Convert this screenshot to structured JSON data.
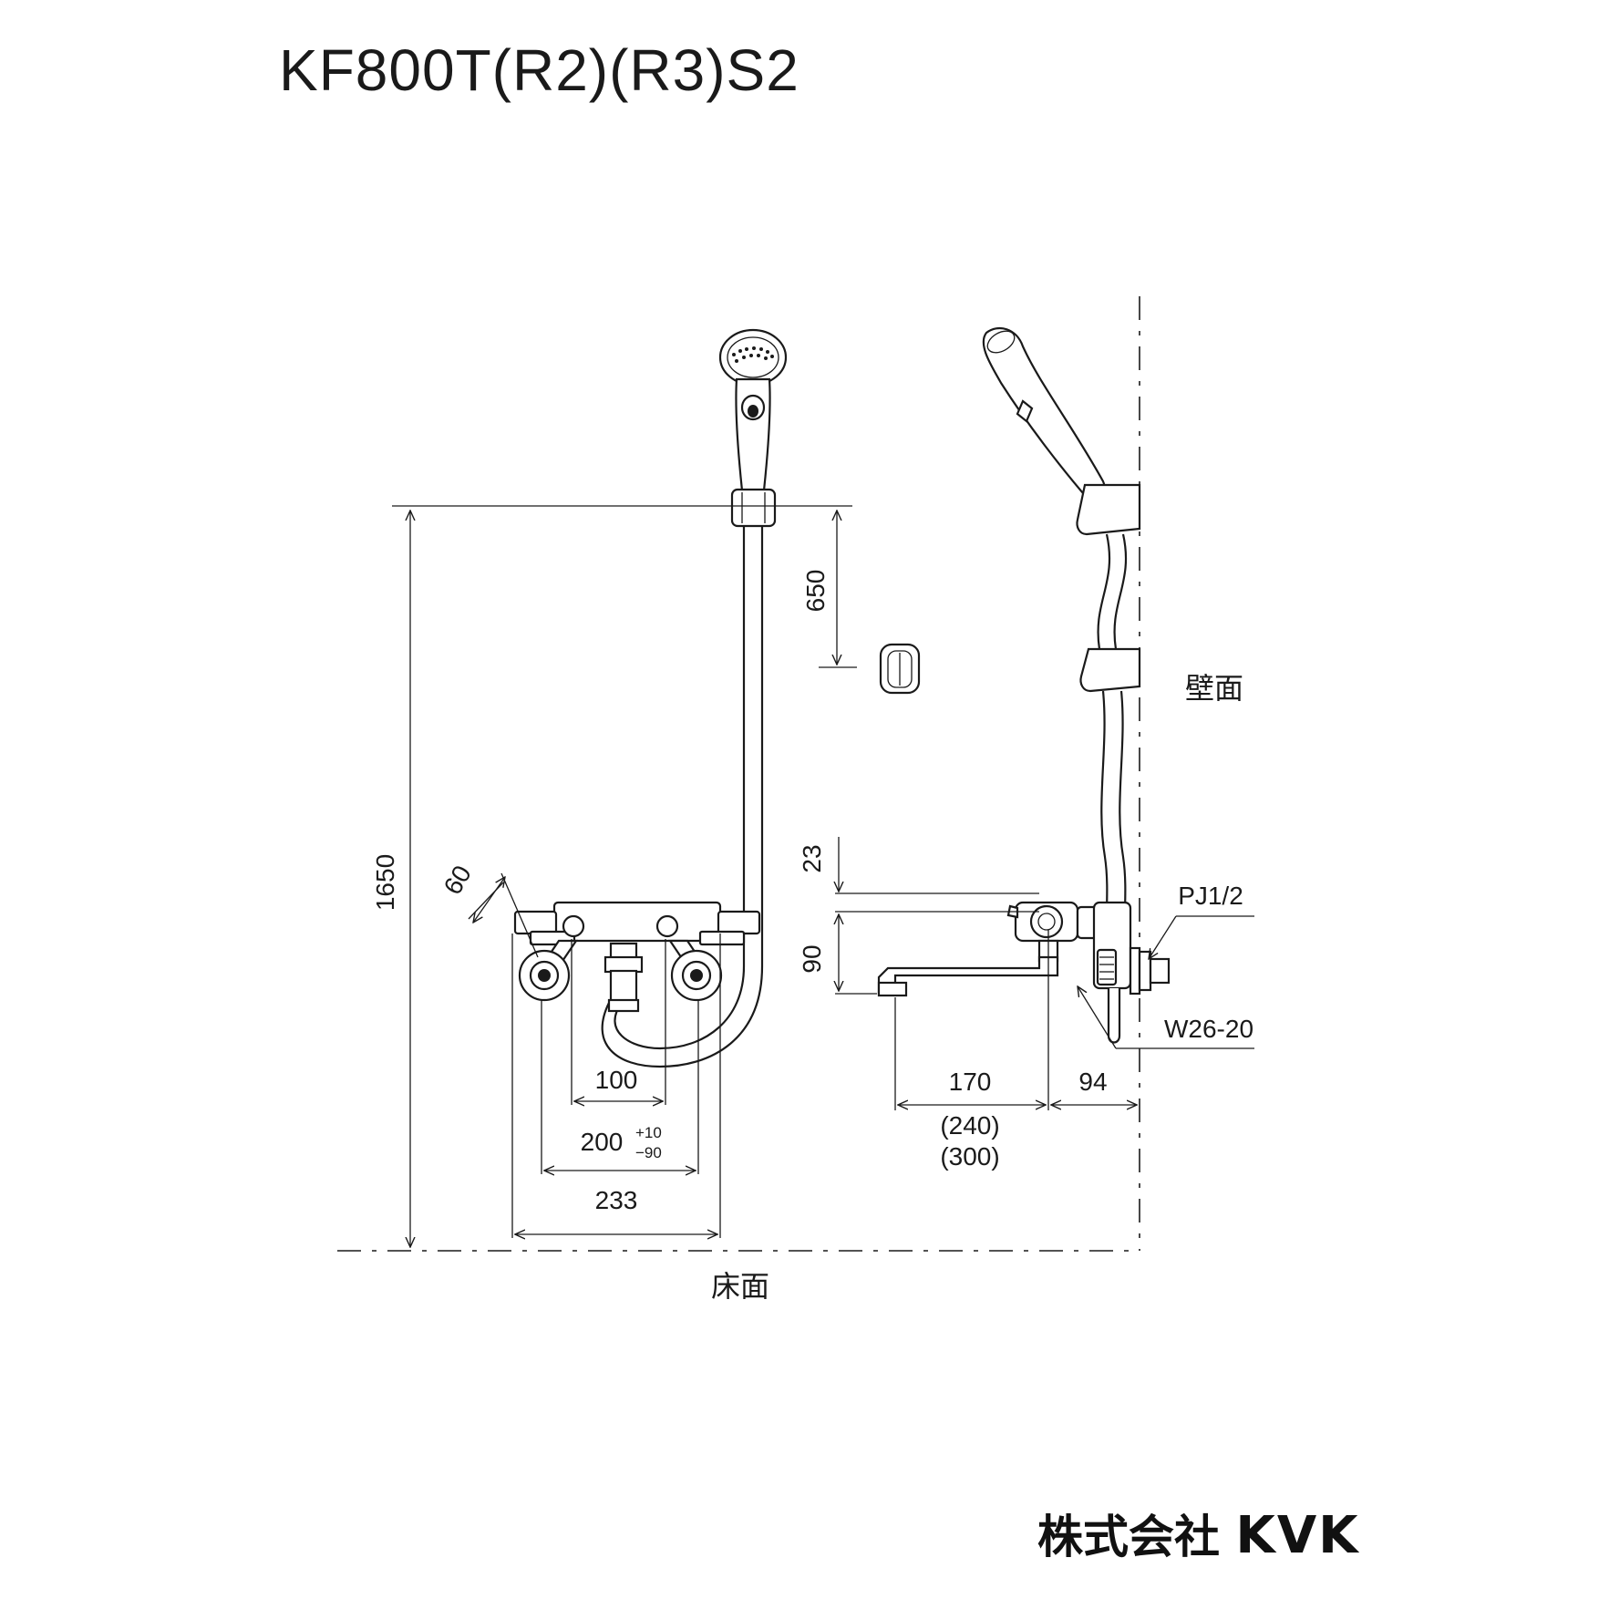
{
  "title": "KF800T(R2)(R3)S2",
  "brand": {
    "company": "株式会社",
    "logo": "KVK"
  },
  "labels": {
    "wall": "壁面",
    "floor": "床面",
    "pipe_thread": "PJ1/2",
    "hose_thread": "W26-20"
  },
  "dimensions": {
    "hook_height": "1650",
    "hook_spacing": "650",
    "handle_angle": "60",
    "inlet_center": "100",
    "inlet_pitch": "200",
    "pitch_tol_plus": "+10",
    "pitch_tol_minus": "−90",
    "body_width": "233",
    "body_top": "23",
    "spout_drop": "90",
    "spout_length": "170",
    "spout_length_r2": "(240)",
    "spout_length_r3": "(300)",
    "wall_offset": "94"
  }
}
